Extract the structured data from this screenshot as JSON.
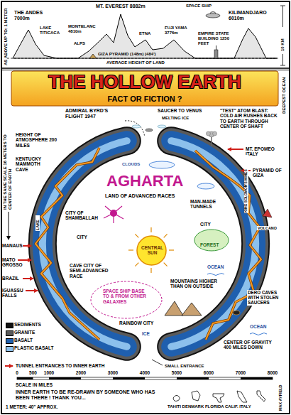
{
  "diagram": {
    "title": "THE HOLLOW EARTH",
    "nodes": [
      {
        "text": [
          "CENTRAL SUN"
        ]
      }
    ],
    "labels": [
      "AS ABOVE UP TO: 1 METER",
      "THE ANDES 7000m",
      "LAKE TITICACA",
      "MT. EVEREST 8882m",
      "SPACE SHIP",
      "KILIMANDJARO 6010m",
      "MONTBLANC 4810m",
      "ETNA",
      "FUJI YAMA 3776m",
      "ALPS",
      "GIZA PYRAMID (148m) (484')",
      "EMPIRE STATE BUILDING 1250 FEET",
      "AVERAGE HEIGHT OF LAND",
      "10 KM",
      "IN THE SAME SCALE 16 METERS TO CENTER OF EARTH",
      "DEEPEST OCEAN",
      "FACT OR FICTION ?",
      "ADMIRAL BYRD'S FLIGHT 1947",
      "SAUCER TO VENUS",
      "MELTING ICE",
      "\"TEST\" ATOM BLAST: COLD AIR RUSHES BACK TO EARTH THROUGH CENTER OF SHAFT",
      "HEIGHT OF ATMOSPHERE 200 MILES",
      "KENTUCKY MAMMOTH CAVE",
      "MT. EPOMEO ITALY",
      "PYRAMID OF GIZA",
      "KING SOLOMON'S MINES",
      "VOLCANO",
      "CLOUDS",
      "AGHARTA",
      "LAND OF ADVANCED RACES",
      "CITY OF SHAMBALLAH",
      "MAN-MADE TUNNELS",
      "CITY",
      "CITY",
      "FOREST",
      "CAVE CITY OF SEMI-ADVANCED RACE",
      "MANAUS",
      "MATO GROSSO",
      "BRAZIL",
      "IGUASSU FALLS",
      "LAKE",
      "OCEAN",
      "SPACE SHIP BASE TO & FROM OTHER GALAXIES",
      "MOUNTAINS HIGHER THAN ON OUTSIDE",
      "DERO CAVES WITH STOLEN SAUCERS",
      "OCEAN",
      "CENTER OF GRAVITY 400 MILES DOWN",
      "RAINBOW CITY",
      "ICE",
      "SMALL ENTRANCE",
      "0",
      "500",
      "1000",
      "2000",
      "3000",
      "4000",
      "5000",
      "6000",
      "7000",
      "8000",
      "SCALE IN MILES",
      "INNER EARTH TO BE RE-DRAWN BY SOMEONE WHO HAS BEEN THERE ! THANK YOU...",
      "1 METER: 40\" APPROX.",
      "TAHITI DENMARK FLORIDA CALIF. ITALY",
      "MAX AYFIELD"
    ],
    "legend": [
      {
        "text": "SEDIMENTS",
        "color": "#111111"
      },
      {
        "text": "GRANITE",
        "color": "#5a5a5a"
      },
      {
        "text": "BASALT",
        "color": "#1f5fae"
      },
      {
        "text": "PLASTIC BASALT",
        "color": "#8cc0ec"
      },
      {
        "text": "TUNNEL ENTRANCES TO INNER EARTH"
      }
    ]
  }
}
